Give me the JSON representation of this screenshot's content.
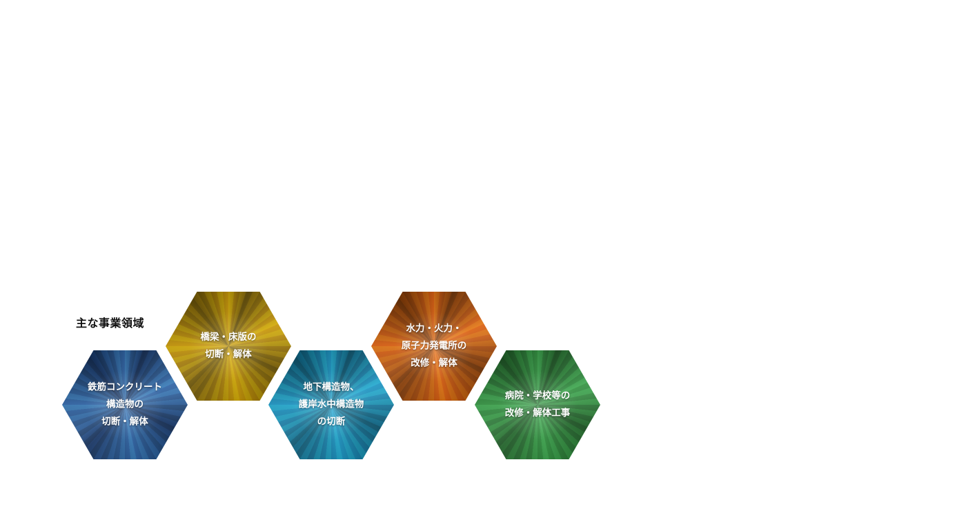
{
  "section": {
    "title": "主な事業領域"
  },
  "tiles": [
    {
      "lines": [
        "鉄筋コンクリート",
        "構造物の",
        "切断・解体"
      ],
      "color_dark": "#0f2c5a",
      "color_light": "#2f6fb3"
    },
    {
      "lines": [
        "橋梁・床版の",
        "切断・解体"
      ],
      "color_dark": "#6e5400",
      "color_light": "#d4a400"
    },
    {
      "lines": [
        "地下構造物、",
        "護岸水中構造物",
        "の切断"
      ],
      "color_dark": "#075a78",
      "color_light": "#1aa3d0"
    },
    {
      "lines": [
        "水力・火力・",
        "原子力発電所の",
        "改修・解体"
      ],
      "color_dark": "#7a3300",
      "color_light": "#e86a0c"
    },
    {
      "lines": [
        "病院・学校等の",
        "改修・解体工事"
      ],
      "color_dark": "#1a5a22",
      "color_light": "#35a046"
    }
  ]
}
